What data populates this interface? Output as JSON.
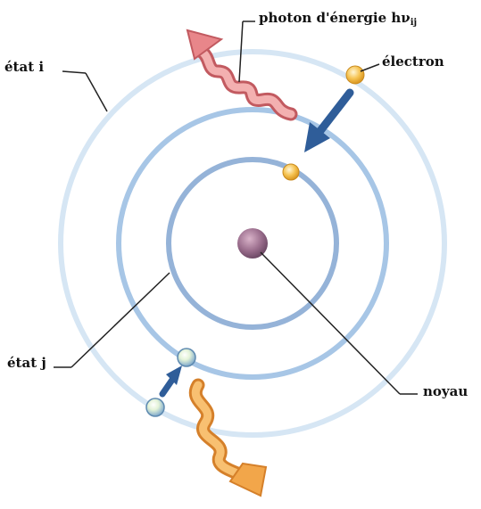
{
  "labels": {
    "photon_prefix": "photon d'énergie hν",
    "photon_subscript": "ij",
    "electron": "électron",
    "etat_i": "état i",
    "etat_j": "état j",
    "noyau": "noyau"
  },
  "colors": {
    "outer_orbit": "#d6e6f4",
    "middle_orbit": "#a7c6e6",
    "inner_orbit": "#95b3d8",
    "nucleus": "#9c6f8e",
    "electron": "#f2b43c",
    "electron_blue": "#8fb8da",
    "arrow": "#2f5d99",
    "photon_emitted": "#e8868a",
    "photon_absorbed": "#f2a64a"
  },
  "icons": {
    "nucleus": "nucleus-sphere",
    "electron": "electron-sphere",
    "transition_arrow": "arrow-icon",
    "photon": "wavy-arrow-icon"
  }
}
